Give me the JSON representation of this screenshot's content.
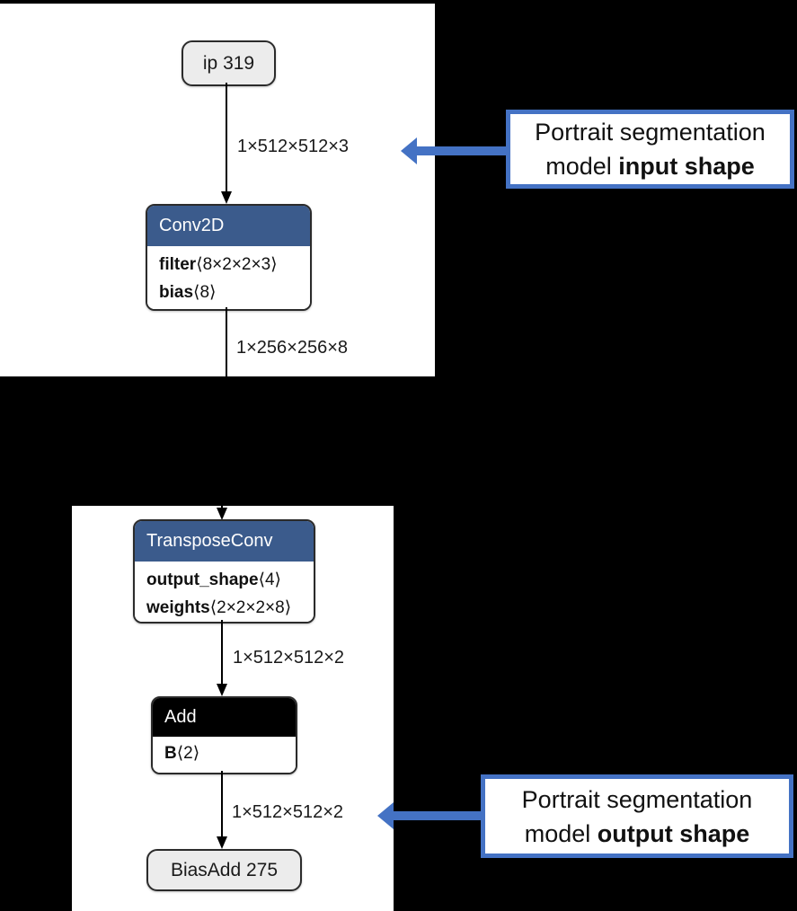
{
  "colors": {
    "background": "#000000",
    "panel_bg": "#ffffff",
    "op_header_blue": "#3b5b8c",
    "op_header_black": "#000000",
    "io_node_fill": "#ececec",
    "node_border": "#2b2b2b",
    "edge_color": "#000000",
    "callout_blue": "#4472c4"
  },
  "graph_top": {
    "input_node": {
      "label": "ip 319"
    },
    "edge_in": {
      "label": "1×512×512×3"
    },
    "conv2d": {
      "title": "Conv2D",
      "params": [
        {
          "name": "filter",
          "dims": "⟨8×2×2×3⟩"
        },
        {
          "name": "bias",
          "dims": "⟨8⟩"
        }
      ]
    },
    "edge_out": {
      "label": "1×256×256×8"
    }
  },
  "graph_bottom": {
    "transpose_conv": {
      "title": "TransposeConv",
      "params": [
        {
          "name": "output_shape",
          "dims": "⟨4⟩"
        },
        {
          "name": "weights",
          "dims": "⟨2×2×2×8⟩"
        }
      ]
    },
    "edge_mid": {
      "label": "1×512×512×2"
    },
    "add": {
      "title": "Add",
      "params": [
        {
          "name": "B",
          "dims": "⟨2⟩"
        }
      ]
    },
    "edge_out": {
      "label": "1×512×512×2"
    },
    "output_node": {
      "label": "BiasAdd 275"
    }
  },
  "callouts": {
    "input": {
      "line1": "Portrait segmentation",
      "line2_prefix": "model ",
      "line2_bold": "input shape"
    },
    "output": {
      "line1": "Portrait segmentation",
      "line2_prefix": "model ",
      "line2_bold": "output shape"
    }
  }
}
